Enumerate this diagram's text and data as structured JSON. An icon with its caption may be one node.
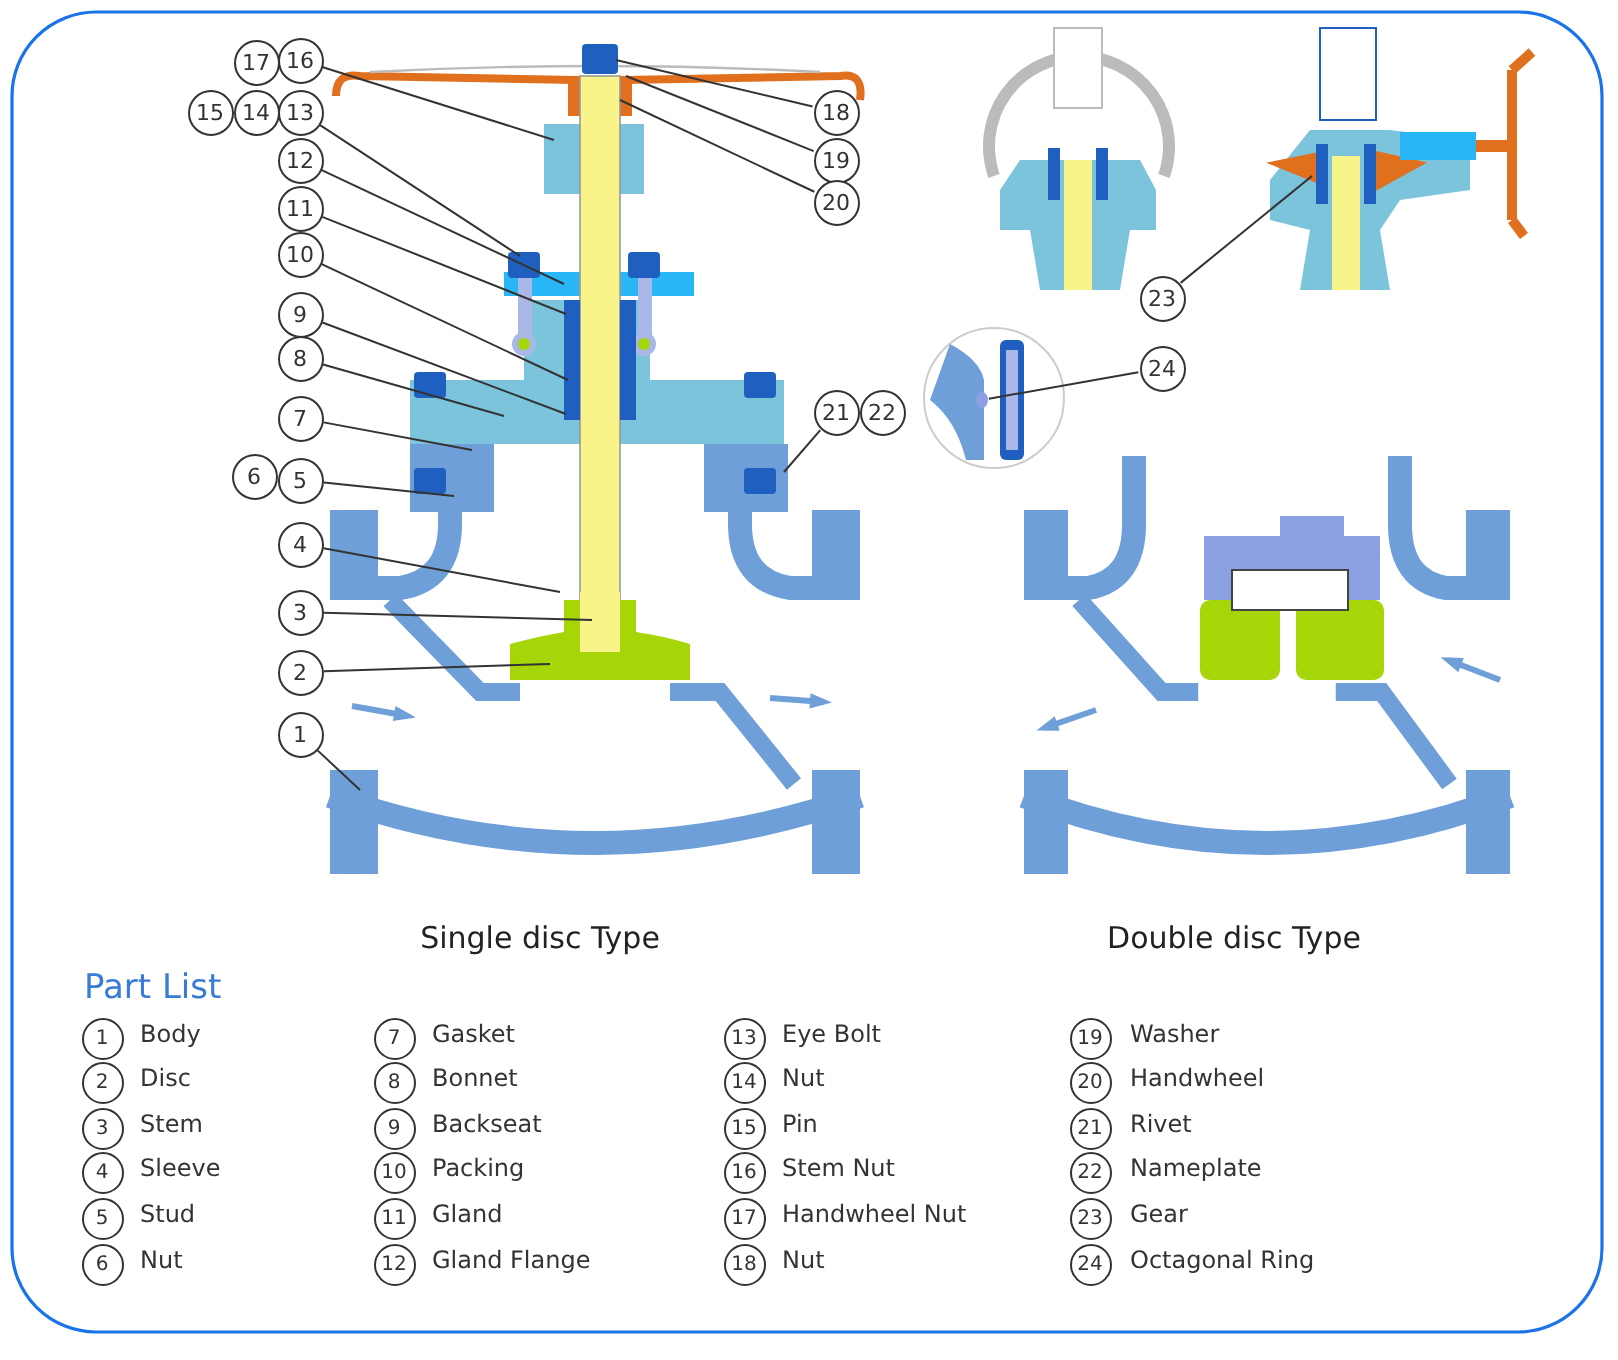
{
  "diagram": {
    "nodes": [
      {
        "text": [
          "17"
        ]
      },
      {
        "text": [
          "16"
        ]
      },
      {
        "text": [
          "15"
        ]
      },
      {
        "text": [
          "14"
        ]
      },
      {
        "text": [
          "13"
        ]
      },
      {
        "text": [
          "12"
        ]
      },
      {
        "text": [
          "11"
        ]
      },
      {
        "text": [
          "10"
        ]
      },
      {
        "text": [
          "9"
        ]
      },
      {
        "text": [
          "8"
        ]
      },
      {
        "text": [
          "7"
        ]
      },
      {
        "text": [
          "6"
        ]
      },
      {
        "text": [
          "5"
        ]
      },
      {
        "text": [
          "4"
        ]
      },
      {
        "text": [
          "3"
        ]
      },
      {
        "text": [
          "2"
        ]
      },
      {
        "text": [
          "1"
        ]
      },
      {
        "text": [
          "18"
        ]
      },
      {
        "text": [
          "19"
        ]
      },
      {
        "text": [
          "20"
        ]
      },
      {
        "text": [
          "21"
        ]
      },
      {
        "text": [
          "22"
        ]
      },
      {
        "text": [
          "23"
        ]
      },
      {
        "text": [
          "24"
        ]
      },
      {
        "text": [],
        "shape": "circle"
      },
      {
        "text": [
          "1"
        ]
      },
      {
        "text": [
          "7"
        ]
      },
      {
        "text": [
          "13"
        ]
      },
      {
        "text": [
          "19"
        ]
      },
      {
        "text": [
          "2"
        ]
      },
      {
        "text": [
          "8"
        ]
      },
      {
        "text": [
          "14"
        ]
      },
      {
        "text": [
          "20"
        ]
      },
      {
        "text": [
          "3"
        ]
      },
      {
        "text": [
          "9"
        ]
      },
      {
        "text": [
          "15"
        ]
      },
      {
        "text": [
          "21"
        ]
      },
      {
        "text": [
          "4"
        ]
      },
      {
        "text": [
          "10"
        ]
      },
      {
        "text": [
          "16"
        ]
      },
      {
        "text": [
          "22"
        ]
      },
      {
        "text": [
          "5"
        ]
      },
      {
        "text": [
          "11"
        ]
      },
      {
        "text": [
          "17"
        ]
      },
      {
        "text": [
          "23"
        ]
      },
      {
        "text": [
          "6"
        ]
      },
      {
        "text": [
          "12"
        ]
      },
      {
        "text": [
          "18"
        ]
      },
      {
        "text": [
          "24"
        ]
      }
    ],
    "edges": [
      {
        "from": 1,
        "to": null,
        "arrow": "none"
      },
      {
        "from": 4,
        "to": null,
        "arrow": "none"
      },
      {
        "from": 5,
        "to": null,
        "arrow": "none"
      },
      {
        "from": 6,
        "to": null,
        "arrow": "none"
      },
      {
        "from": 7,
        "to": null,
        "arrow": "none"
      },
      {
        "from": 8,
        "to": null,
        "arrow": "none"
      },
      {
        "from": 9,
        "to": null,
        "arrow": "none"
      },
      {
        "from": 10,
        "to": null,
        "arrow": "none"
      },
      {
        "from": 12,
        "to": null,
        "arrow": "none"
      },
      {
        "from": 13,
        "to": null,
        "arrow": "none"
      },
      {
        "from": 14,
        "to": null,
        "arrow": "none"
      },
      {
        "from": 15,
        "to": null,
        "arrow": "none"
      },
      {
        "from": 16,
        "to": null,
        "arrow": "none"
      },
      {
        "from": 17,
        "to": null,
        "arrow": "none"
      },
      {
        "from": 18,
        "to": null,
        "arrow": "none"
      },
      {
        "from": 19,
        "to": null,
        "arrow": "none"
      },
      {
        "from": 20,
        "to": null,
        "arrow": "none"
      },
      {
        "from": 22,
        "to": null,
        "arrow": "none"
      },
      {
        "from": 23,
        "to": 24,
        "arrow": "none"
      }
    ],
    "labels": [
      "Single disc Type",
      "Double disc Type",
      "Part List",
      "Body",
      "Gasket",
      "Eye Bolt",
      "Washer",
      "Disc",
      "Bonnet",
      "Nut",
      "Handwheel",
      "Stem",
      "Backseat",
      "Pin",
      "Rivet",
      "Sleeve",
      "Packing",
      "Stem Nut",
      "Nameplate",
      "Stud",
      "Gland",
      "Handwheel Nut",
      "Gear",
      "Nut",
      "Gland Flange",
      "Nut",
      "Octagonal Ring"
    ]
  }
}
